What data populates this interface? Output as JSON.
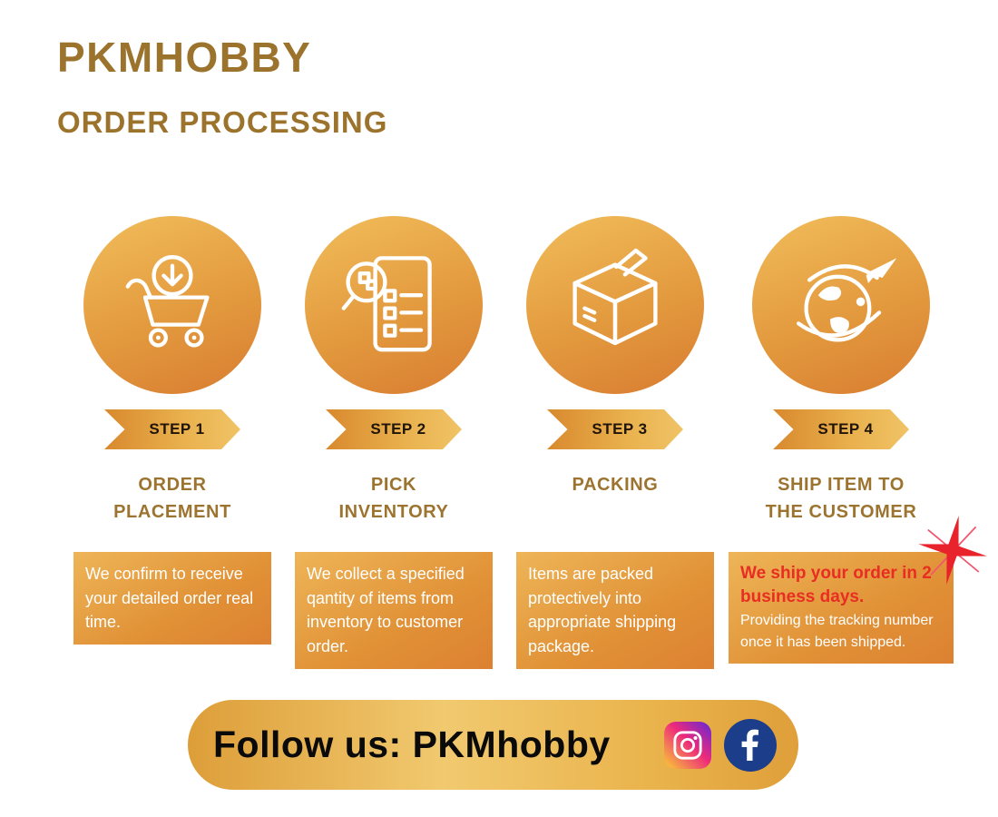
{
  "header": {
    "title": "PKMHOBBY",
    "subtitle": "ORDER PROCESSING"
  },
  "steps": [
    {
      "badge": "STEP 1",
      "title": "ORDER PLACEMENT",
      "description": "We confirm to receive your detailed order real time.",
      "icon": "cart-download-icon"
    },
    {
      "badge": "STEP 2",
      "title": "PICK INVENTORY",
      "description": "We collect a specified qantity of items from inventory to customer order.",
      "icon": "pick-inventory-icon"
    },
    {
      "badge": "STEP 3",
      "title": "PACKING",
      "description": "Items are packed protectively into appropriate shipping package.",
      "icon": "packing-box-icon"
    },
    {
      "badge": "STEP 4",
      "title": "SHIP ITEM TO THE CUSTOMER",
      "description_highlight": "We ship your order in 2 business days.",
      "description": "Providing the tracking number once it has been shipped.",
      "icon": "globe-plane-icon"
    }
  ],
  "footer": {
    "follow_label": "Follow us: PKMhobby",
    "social_icons": [
      "instagram-icon",
      "facebook-icon"
    ]
  },
  "colors": {
    "brand_gold_text": "#9c732c",
    "gradient_gold_light": "#f0ba58",
    "gradient_orange_dark": "#d87c31",
    "highlight_red": "#e82d23",
    "facebook_blue": "#1b3d8a",
    "white": "#ffffff"
  }
}
